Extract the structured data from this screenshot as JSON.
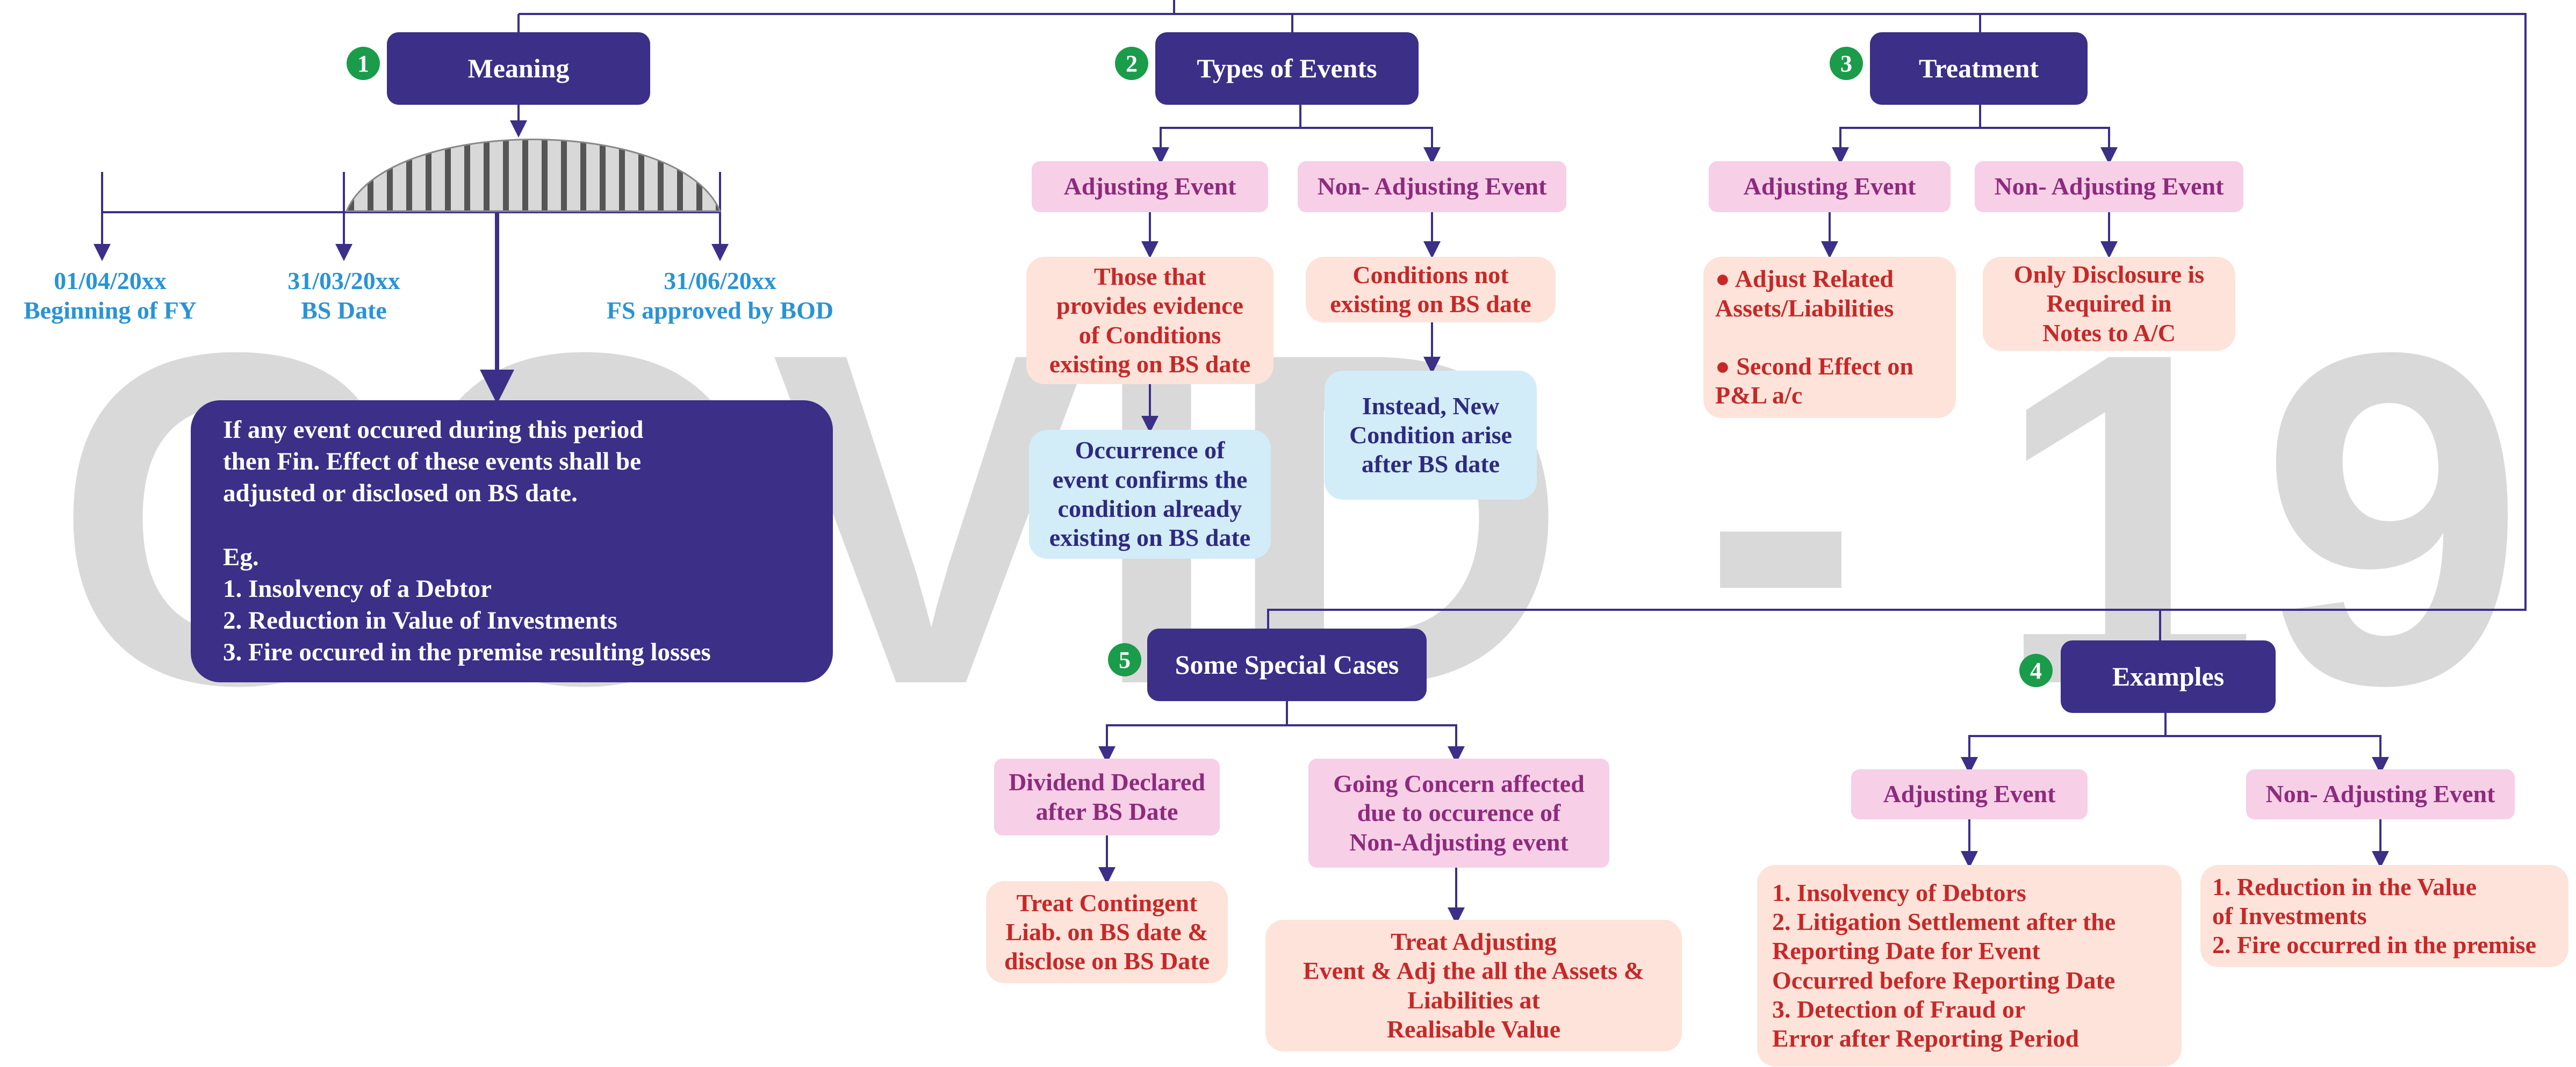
{
  "watermark": "COVID - 19",
  "colors": {
    "header": "#3b2f87",
    "pink": "#f7cfe6",
    "peach": "#fde3d9",
    "blue": "#d2ecf8",
    "badge": "#1a9c4a",
    "date": "#2a93d5",
    "watermark": "#d9d9d9"
  },
  "sections": {
    "meaning": {
      "num": "1",
      "title": "Meaning",
      "dates": [
        {
          "date": "01/04/20xx",
          "label": "Beginning of FY"
        },
        {
          "date": "31/03/20xx",
          "label": "BS Date"
        },
        {
          "date": "31/06/20xx",
          "label": "FS approved by BOD"
        }
      ],
      "description": "If any event occured during this period\nthen Fin. Effect of these events shall be\nadjusted or disclosed on BS date.\n\nEg.\n1. Insolvency of a Debtor\n2. Reduction in Value of Investments\n3. Fire occured in the premise resulting losses"
    },
    "types": {
      "num": "2",
      "title": "Types of Events",
      "adjusting_label": "Adjusting Event",
      "adjusting_desc": "Those that\nprovides evidence\nof Conditions\nexisting on BS date",
      "adjusting_note": "Occurrence of\nevent confirms the\ncondition already\nexisting on BS date",
      "non_adjusting_label": "Non- Adjusting Event",
      "non_adjusting_desc": "Conditions not\nexisting on BS date",
      "non_adjusting_note": "Instead, New\nCondition arise\nafter BS date"
    },
    "treatment": {
      "num": "3",
      "title": "Treatment",
      "adjusting_label": "Adjusting Event",
      "adjusting_desc": "● Adjust Related\n    Assets/Liabilities\n\n● Second Effect on\n    P&L a/c",
      "non_adjusting_label": "Non- Adjusting Event",
      "non_adjusting_desc": "Only Disclosure is\nRequired in\nNotes to A/C"
    },
    "examples": {
      "num": "4",
      "title": "Examples",
      "adjusting_label": "Adjusting Event",
      "adjusting_desc": "1. Insolvency of Debtors\n2. Litigation Settlement after the\n    Reporting Date for Event\n    Occurred before Reporting Date\n3. Detection of Fraud or\n    Error after Reporting Period",
      "non_adjusting_label": "Non- Adjusting Event",
      "non_adjusting_desc": "1. Reduction in the Value\n    of Investments\n2. Fire occurred in the premise"
    },
    "special": {
      "num": "5",
      "title": "Some Special Cases",
      "dividend_label": "Dividend Declared\nafter BS Date",
      "dividend_desc": "Treat Contingent\nLiab. on BS date &\ndisclose on BS Date",
      "going_label": "Going Concern affected\ndue to occurence of\nNon-Adjusting event",
      "going_desc": "Treat Adjusting\nEvent & Adj the all the Assets &\nLiabilities at\nRealisable Value"
    }
  }
}
